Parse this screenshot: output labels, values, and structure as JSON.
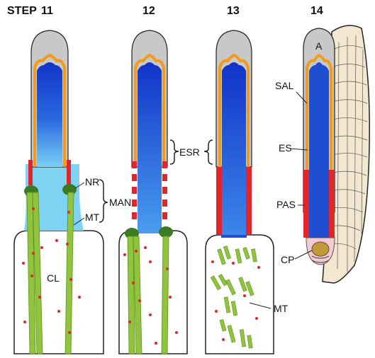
{
  "steps": {
    "prefix": "STEP",
    "s11": "11",
    "s12": "12",
    "s13": "13",
    "s14": "14"
  },
  "labels": {
    "nr": "NR",
    "mt": "MT",
    "man": "MAN",
    "cl": "CL",
    "esr": "ESR",
    "mt13": "MT",
    "a": "A",
    "sal": "SAL",
    "es": "ES",
    "pas": "PAS",
    "cp": "CP"
  },
  "colors": {
    "acrosome_gray": "#c8c8c8",
    "outline_orange": "#f29a1a",
    "nucleus_blue": "#1f4fd0",
    "light_blue": "#7fd3f2",
    "red_band": "#e0262a",
    "green_microtubule": "#8fc43b",
    "dark_green_ring": "#3c7a23",
    "red_dot": "#e0262a",
    "cytoplasm_beige": "#f3e8cf"
  }
}
